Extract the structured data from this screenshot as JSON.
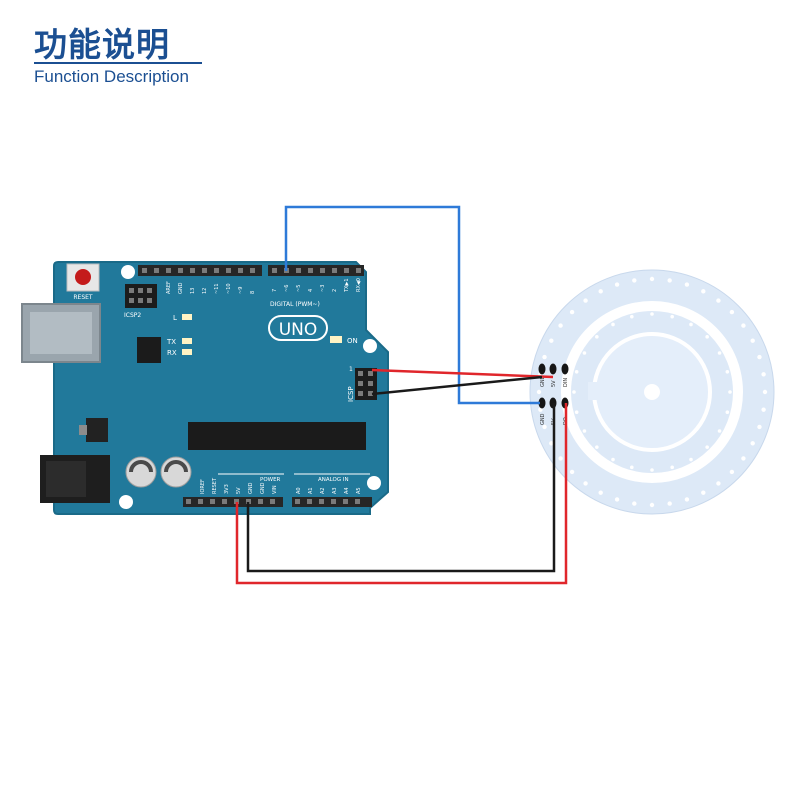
{
  "header": {
    "title": "功能说明",
    "subtitle": "Function Description"
  },
  "board": {
    "model_label": "UNO",
    "reset_label": "RESET",
    "icsp2_label": "ICSP2",
    "icsp_label": "ICSP",
    "on_label": "ON",
    "l_label": "L",
    "tx_label": "TX",
    "rx_label": "RX",
    "digital_label": "DIGITAL (PWM~)",
    "power_label": "POWER",
    "analog_label": "ANALOG IN",
    "icsp_pin1_label": "1",
    "digital_pin_labels": [
      "7",
      "~6",
      "~5",
      "4",
      "~3",
      "2",
      "TX▶1",
      "RX◀0"
    ],
    "top_left_pin_labels": [
      "AREF",
      "GND",
      "13",
      "12",
      "~11",
      "~10",
      "~9",
      "8"
    ],
    "power_pin_labels": [
      "IOREF",
      "RESET",
      "3V3",
      "5V",
      "GND",
      "GND",
      "VIN"
    ],
    "analog_pin_labels": [
      "A0",
      "A1",
      "A2",
      "A3",
      "A4",
      "A5"
    ]
  },
  "module": {
    "pin_labels": [
      "GND",
      "5V",
      "DIN",
      "GND",
      "5V",
      "DO"
    ]
  },
  "colors": {
    "board": "#21799b",
    "board_edge": "#1a6a88",
    "wire_blue": "#2e7ad8",
    "wire_red": "#e0262b",
    "wire_black": "#1a1a1a",
    "ring": "#dde9f7",
    "title": "#1b4f92"
  }
}
